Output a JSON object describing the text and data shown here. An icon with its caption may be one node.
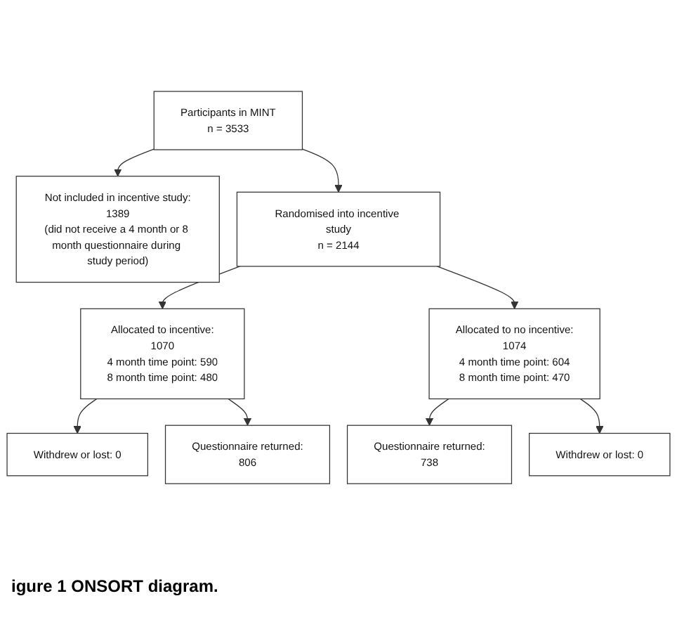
{
  "diagram": {
    "caption": "igure 1 ONSORT diagram.",
    "nodes": [
      {
        "text": [
          "Participants in MINT",
          "n = 3533"
        ]
      },
      {
        "text": [
          "Not included in incentive study:",
          "1389",
          "(did not receive a 4 month or 8 month questionnaire during study period)"
        ]
      },
      {
        "text": [
          "Randomised into incentive study",
          "n = 2144"
        ]
      },
      {
        "text": [
          "Allocated to incentive:",
          "1070",
          "4 month time point: 590",
          "8 month time point: 480"
        ]
      },
      {
        "text": [
          "Allocated to no incentive:",
          "1074",
          "4 month time point: 604",
          "8 month time point: 470"
        ]
      },
      {
        "text": [
          "Withdrew or lost: 0"
        ]
      },
      {
        "text": [
          "Questionnaire returned:",
          "806"
        ]
      },
      {
        "text": [
          "Withdrew or lost: 0"
        ]
      },
      {
        "text": [
          "Questionnaire returned:",
          "738"
        ]
      }
    ],
    "edges": [
      {
        "from": 0,
        "to": 1,
        "arrow": "to"
      },
      {
        "from": 0,
        "to": 2,
        "arrow": "to"
      },
      {
        "from": 2,
        "to": 3,
        "arrow": "to"
      },
      {
        "from": 2,
        "to": 4,
        "arrow": "to"
      },
      {
        "from": 3,
        "to": 5,
        "arrow": "to"
      },
      {
        "from": 3,
        "to": 6,
        "arrow": "to"
      },
      {
        "from": 4,
        "to": 8,
        "arrow": "to"
      },
      {
        "from": 4,
        "to": 7,
        "arrow": "to"
      }
    ]
  }
}
